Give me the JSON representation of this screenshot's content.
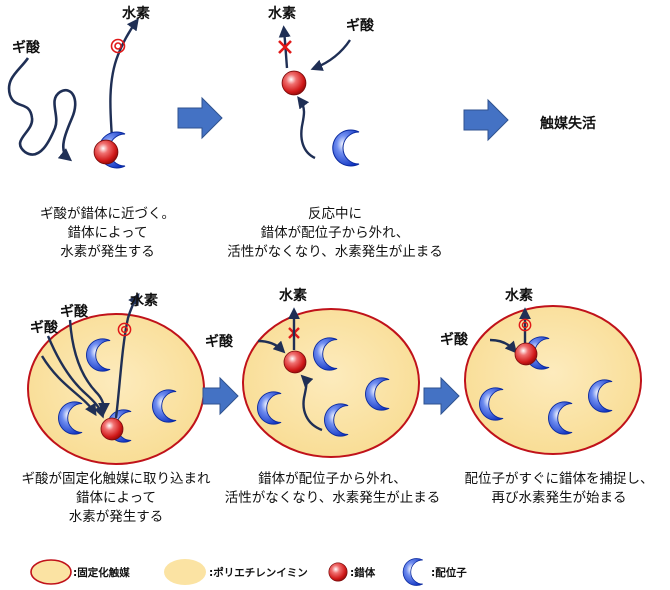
{
  "labels": {
    "formic_acid": "ギ酸",
    "hydrogen": "水素",
    "deactivation": "触媒失活"
  },
  "captions": {
    "top_1": [
      "ギ酸が錯体に近づく。",
      "錯体によって",
      "水素が発生する"
    ],
    "top_2": [
      "反応中に",
      "錯体が配位子から外れ、",
      "活性がなくなり、水素発生が止まる"
    ],
    "bottom_1": [
      "ギ酸が固定化触媒に取り込まれ",
      "錯体によって",
      "水素が発生する"
    ],
    "bottom_2": [
      "錯体が配位子から外れ、",
      "活性がなくなり、水素発生が止まる"
    ],
    "bottom_3": [
      "配位子がすぐに錯体を捕捉し、",
      "再び水素発生が始まる"
    ]
  },
  "legend": {
    "catalyst": ":固定化触媒",
    "polymer": ":ポリエチレンイミン",
    "complex": ":錯体",
    "ligand": ":配位子"
  },
  "colors": {
    "polymer_fill": "#fbe3a3",
    "catalyst_border": "#c0121a",
    "complex_red": "#d92020",
    "ligand_blue": "#1438c8",
    "process_arrow": "#4472c4",
    "path_navy": "#1f2f55",
    "mark_red": "#e01818"
  }
}
